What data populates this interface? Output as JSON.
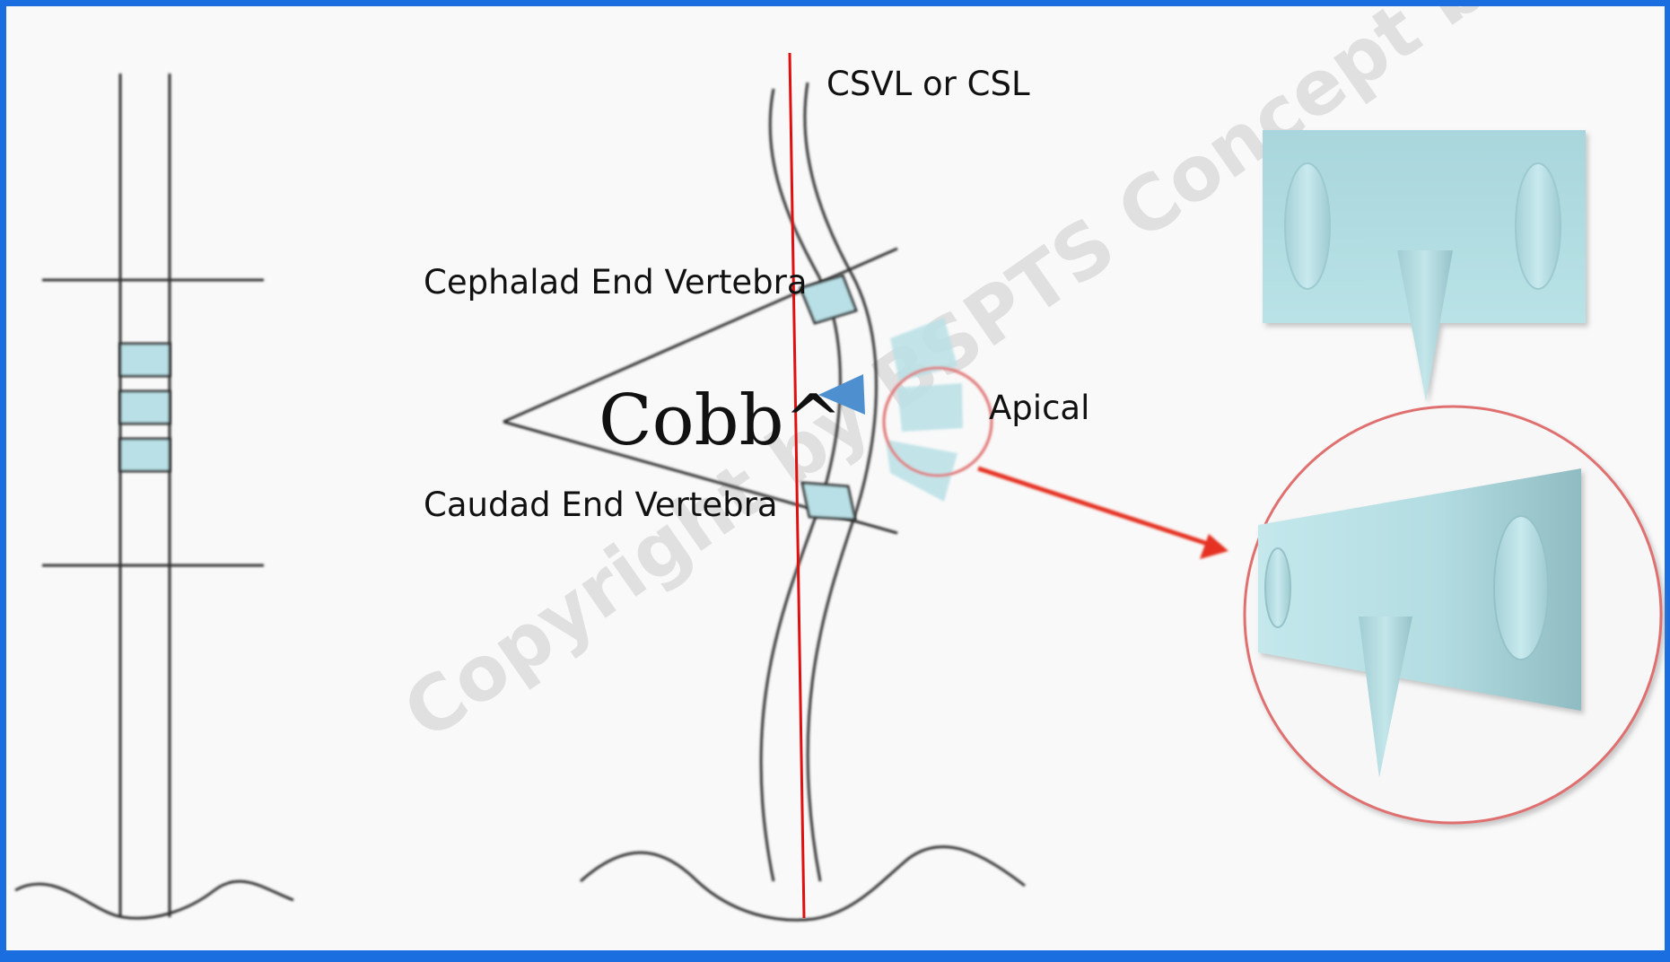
{
  "labels": {
    "csvl": "CSVL or CSL",
    "cephalad": "Cephalad End Vertebra",
    "caudad": "Caudad End Vertebra",
    "cobb": "Cobb^",
    "apical": "Apical"
  },
  "watermark": "Copyright by BSPTS Concept by Rigo",
  "colors": {
    "frame": "#1a6ee0",
    "vertebra_fill": "#b9e0e6",
    "csvl_line": "#e01010",
    "arrow": "#e53020",
    "wedge": "#4d8fcf",
    "magnifier": "#e07070"
  }
}
